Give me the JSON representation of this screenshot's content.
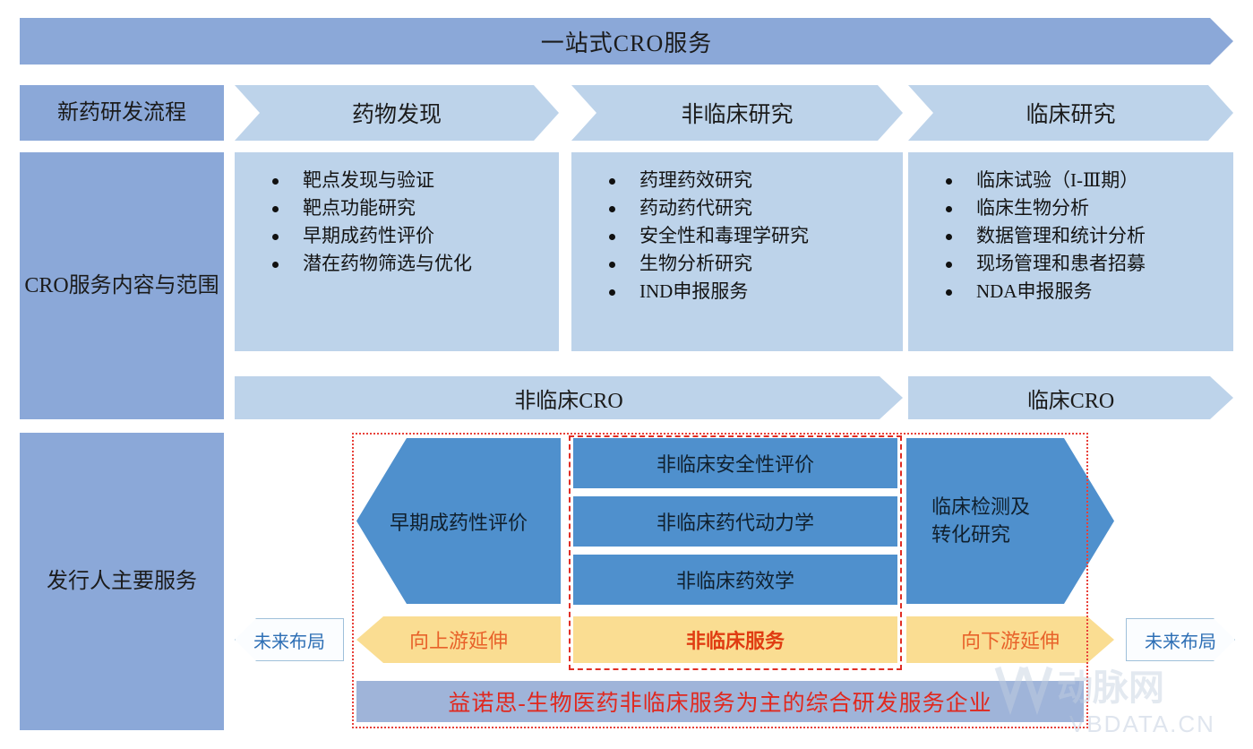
{
  "banner": {
    "title": "一站式CRO服务"
  },
  "rows": {
    "process_label": "新药研发流程",
    "scope_label": "CRO服务内容与范围",
    "issuer_label": "发行人主要服务"
  },
  "stages": [
    {
      "label": "药物发现"
    },
    {
      "label": "非临床研究"
    },
    {
      "label": "临床研究"
    }
  ],
  "scope": [
    {
      "items": [
        "靶点发现与验证",
        "靶点功能研究",
        "早期成药性评价",
        "潜在药物筛选与优化"
      ]
    },
    {
      "items": [
        "药理药效研究",
        "药动药代研究",
        "安全性和毒理学研究",
        "生物分析研究",
        "IND申报服务"
      ]
    },
    {
      "items": [
        "临床试验（I-Ⅲ期）",
        "临床生物分析",
        "数据管理和统计分析",
        "现场管理和患者招募",
        "NDA申报服务"
      ]
    }
  ],
  "cro": {
    "nonclinical": "非临床CRO",
    "clinical": "临床CRO"
  },
  "services": {
    "early": "早期成药性评价",
    "middle": [
      "非临床安全性评价",
      "非临床药代动力学",
      "非临床药效学"
    ],
    "clinical_line1": "临床检测及",
    "clinical_line2": "转化研究"
  },
  "extension": {
    "future_left": "未来布局",
    "upstream": "向上游延伸",
    "core": "非临床服务",
    "downstream": "向下游延伸",
    "future_right": "未来布局"
  },
  "summary": "益诺思-生物医药非临床服务为主的综合研发服务企业",
  "watermark": {
    "text": "VBDATA.CN"
  },
  "colors": {
    "banner_blue": "#8ba8d8",
    "stage_blue": "#bdd3ea",
    "service_blue": "#4f90cd",
    "extension_yellow": "#fadd92",
    "accent_red": "#e8413a",
    "summary_bar": "#9fb4d9"
  }
}
